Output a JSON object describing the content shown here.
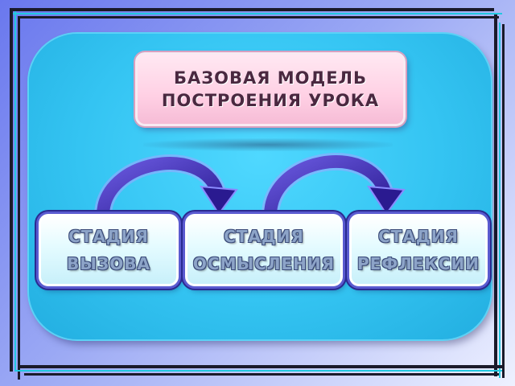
{
  "title": {
    "line1": "БАЗОВАЯ МОДЕЛЬ",
    "line2": "ПОСТРОЕНИЯ УРОКА"
  },
  "stages": [
    {
      "line1": "СТАДИЯ",
      "line2": "ВЫЗОВА"
    },
    {
      "line1": "СТАДИЯ",
      "line2": "ОСМЫСЛЕНИЯ"
    },
    {
      "line1": "СТАДИЯ",
      "line2": "РЕФЛЕКСИИ"
    }
  ],
  "arrows": [
    {
      "from": "stage-1",
      "to": "stage-2"
    },
    {
      "from": "stage-2",
      "to": "stage-3"
    }
  ],
  "colors": {
    "panel": "#34c4f2",
    "title_box": "#ffd0e4",
    "arrow": "#3a2aa8",
    "frame": "#111111"
  }
}
